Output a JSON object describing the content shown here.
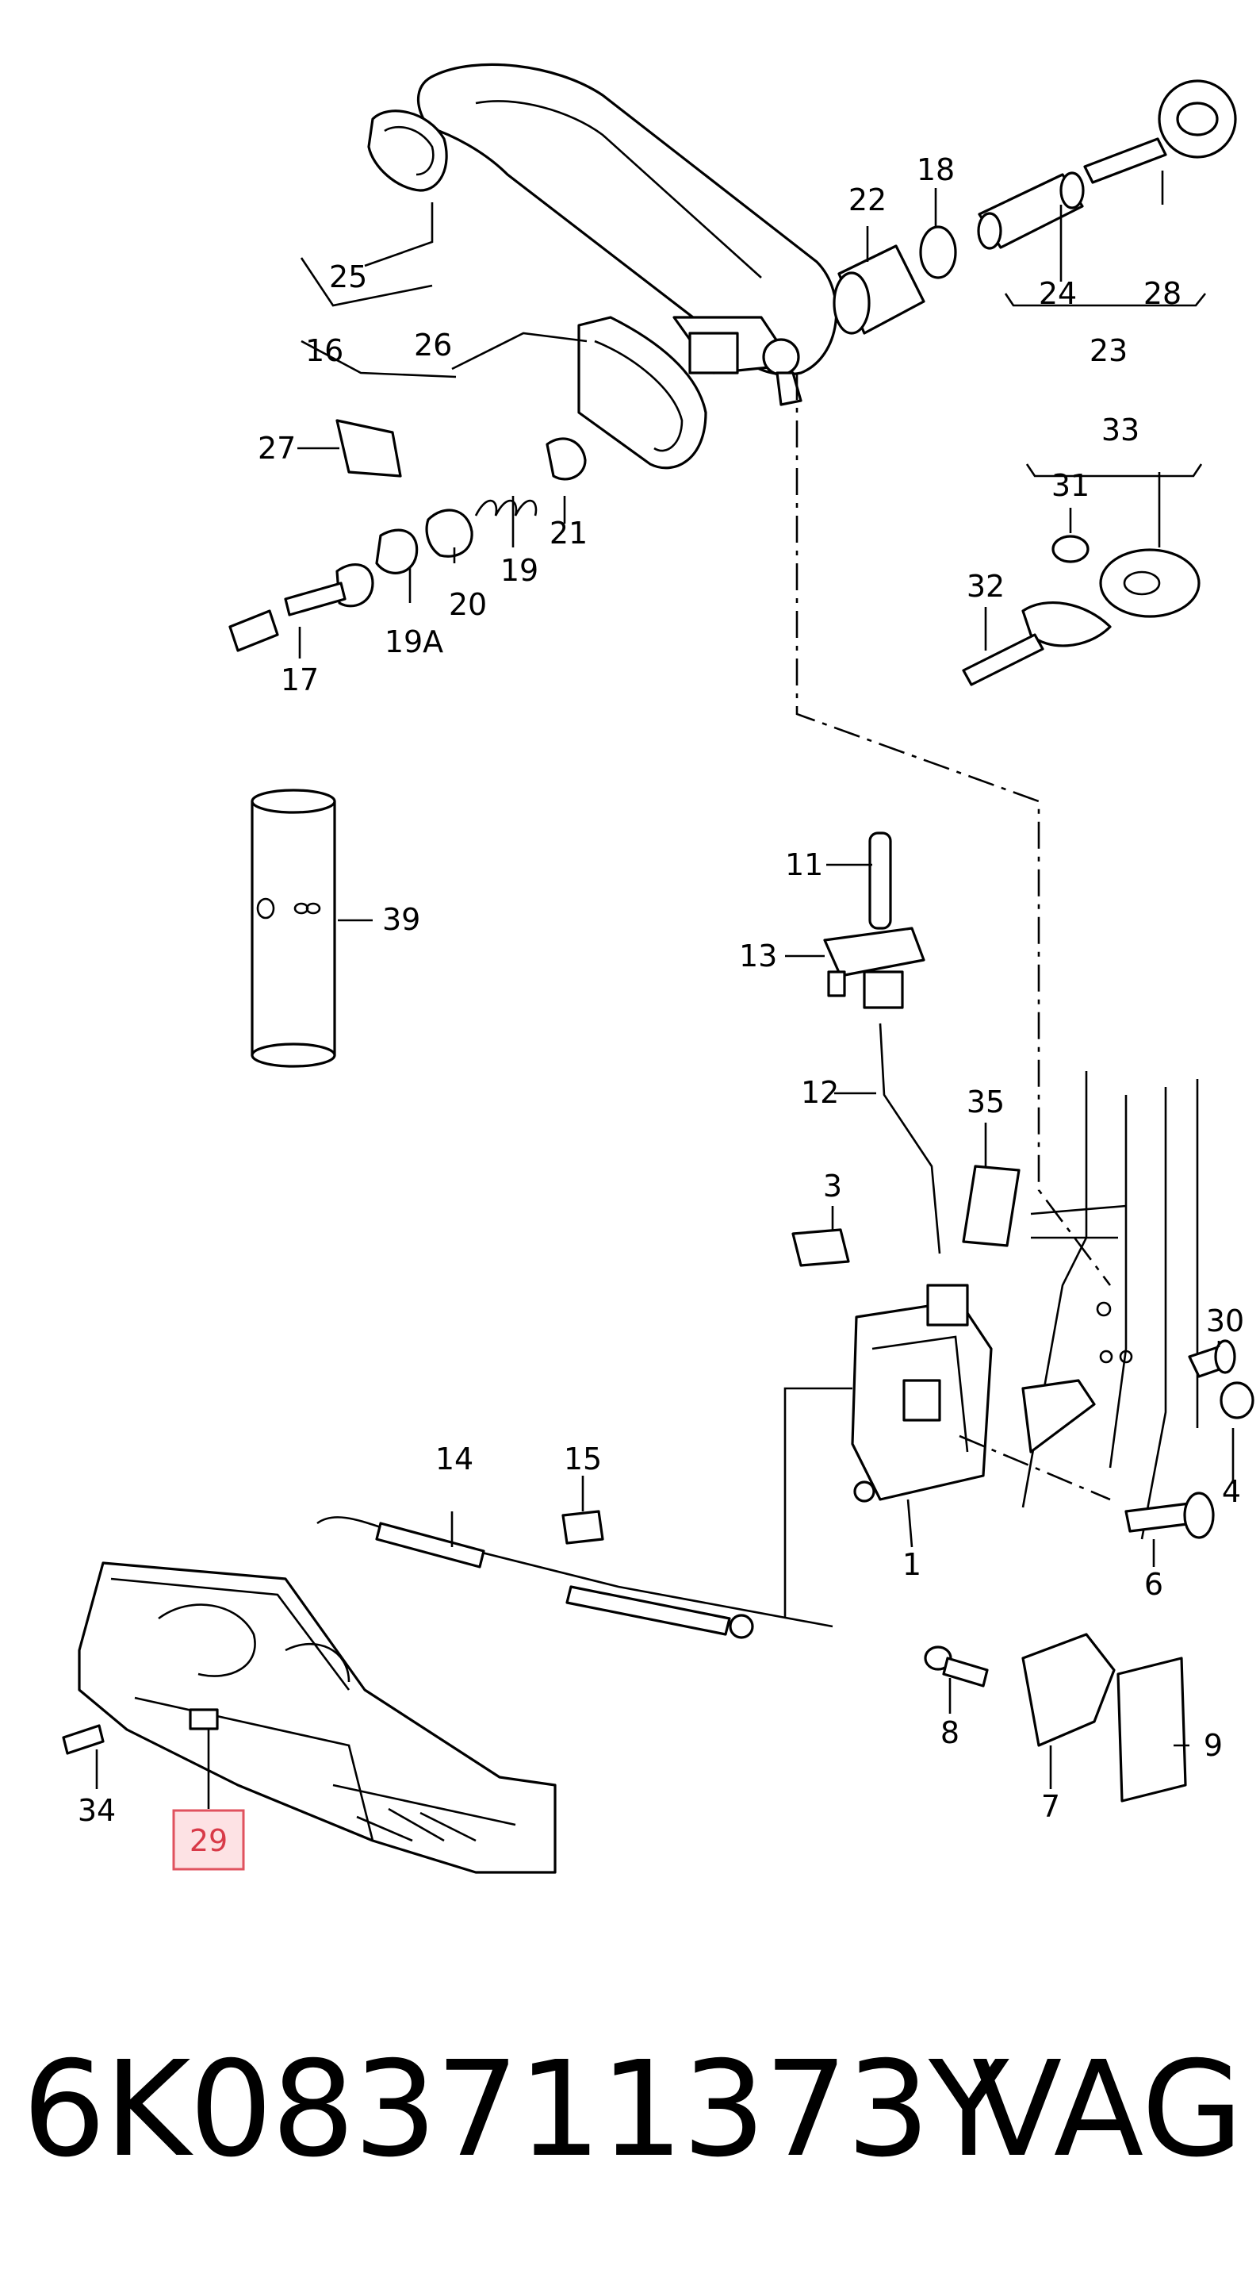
{
  "diagram": {
    "labels": {
      "p1": "1",
      "p3": "3",
      "p4": "4",
      "p6": "6",
      "p7": "7",
      "p8": "8",
      "p9": "9",
      "p11": "11",
      "p12": "12",
      "p13": "13",
      "p14": "14",
      "p15": "15",
      "p16": "16",
      "p17": "17",
      "p18": "18",
      "p19": "19",
      "p19a": "19A",
      "p20": "20",
      "p21": "21",
      "p22": "22",
      "p23": "23",
      "p24": "24",
      "p25": "25",
      "p26": "26",
      "p27": "27",
      "p28": "28",
      "p29": "29",
      "p30": "30",
      "p31": "31",
      "p32": "32",
      "p33": "33",
      "p34": "34",
      "p35": "35",
      "p39": "39"
    },
    "highlighted_part": "29",
    "highlight_color": "#e0525e"
  },
  "footer": {
    "part_number": "6K083711373Y",
    "brand": "VAG"
  }
}
